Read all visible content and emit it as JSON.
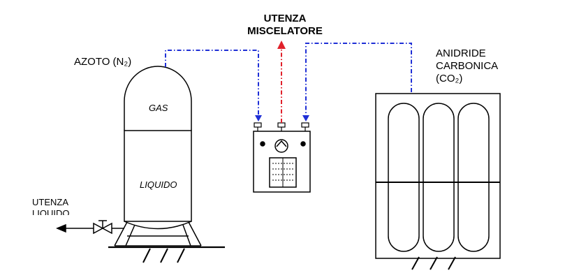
{
  "labels": {
    "utenza_miscelatore": [
      "UTENZA",
      "MISCELATORE"
    ],
    "azoto": "AZOTO (N₂)",
    "gas": "GAS",
    "liquido": "LIQUIDO",
    "utenza_liquido": [
      "UTENZA",
      "LIQUIDO"
    ],
    "anidride": [
      "ANIDRIDE",
      "CARBONICA",
      "(CO₂)"
    ]
  },
  "colors": {
    "line": "#000000",
    "nitrogen_line": "#1f2fd6",
    "mixed_line": "#e0202a",
    "co2_line": "#1f2fd6"
  }
}
